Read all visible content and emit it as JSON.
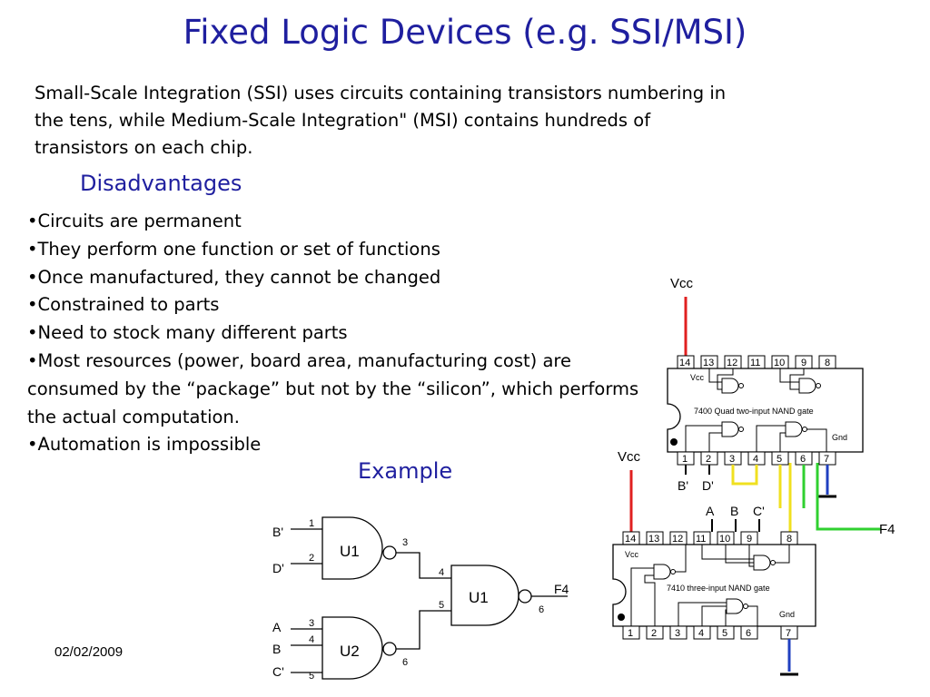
{
  "slide": {
    "title": "Fixed Logic Devices (e.g. SSI/MSI)",
    "intro_lines": [
      "Small-Scale Integration (SSI) uses circuits containing transistors numbering in",
      "the tens, while Medium-Scale Integration\" (MSI) contains hundreds of",
      "transistors on each chip."
    ],
    "disadvantages_heading": "Disadvantages",
    "bullets": [
      "•Circuits are permanent",
      "•They perform one function or set of functions",
      "•Once manufactured, they cannot be changed",
      "•Constrained to parts",
      "•Need to stock many different parts",
      "•Most resources (power, board area, manufacturing cost) are",
      "consumed by the “package” but not by the “silicon”, which performs",
      "the actual computation.",
      "•Automation is impossible"
    ],
    "example_heading": "Example",
    "date": "02/02/2009"
  },
  "logic_diagram": {
    "gate_labels": [
      "U1",
      "U2",
      "U1"
    ],
    "inputs": [
      "B'",
      "D'",
      "A",
      "B",
      "C'"
    ],
    "pins": [
      "1",
      "2",
      "3",
      "4",
      "5",
      "3",
      "4",
      "5",
      "6",
      "6"
    ],
    "output": "F4"
  },
  "chip_7400": {
    "supply_label": "Vcc",
    "pin_numbers_top": [
      "14",
      "13",
      "12",
      "11",
      "10",
      "9",
      "8"
    ],
    "pin_numbers_bottom": [
      "1",
      "2",
      "3",
      "4",
      "5",
      "6",
      "7"
    ],
    "vcc_label": "Vcc",
    "name": "7400 Quad two-input NAND gate",
    "gnd_label": "Gnd",
    "input_labels": [
      "B'",
      "D'"
    ]
  },
  "chip_7410": {
    "supply_label": "Vcc",
    "pin_numbers_top": [
      "14",
      "13",
      "12",
      "11",
      "10",
      "9",
      "8"
    ],
    "pin_numbers_bottom": [
      "1",
      "2",
      "3",
      "4",
      "5",
      "6",
      "7"
    ],
    "vcc_label": "Vcc",
    "name": "7410 three-input NAND gate",
    "gnd_label": "Gnd",
    "input_labels": [
      "A",
      "B",
      "C'"
    ],
    "output_label": "F4"
  },
  "colors": {
    "title": "#1f1f9f",
    "vcc_wire": "#e02020",
    "gnd_wire": "#2040c0",
    "link_wire": "#f0e020",
    "output_wire": "#30d030"
  }
}
